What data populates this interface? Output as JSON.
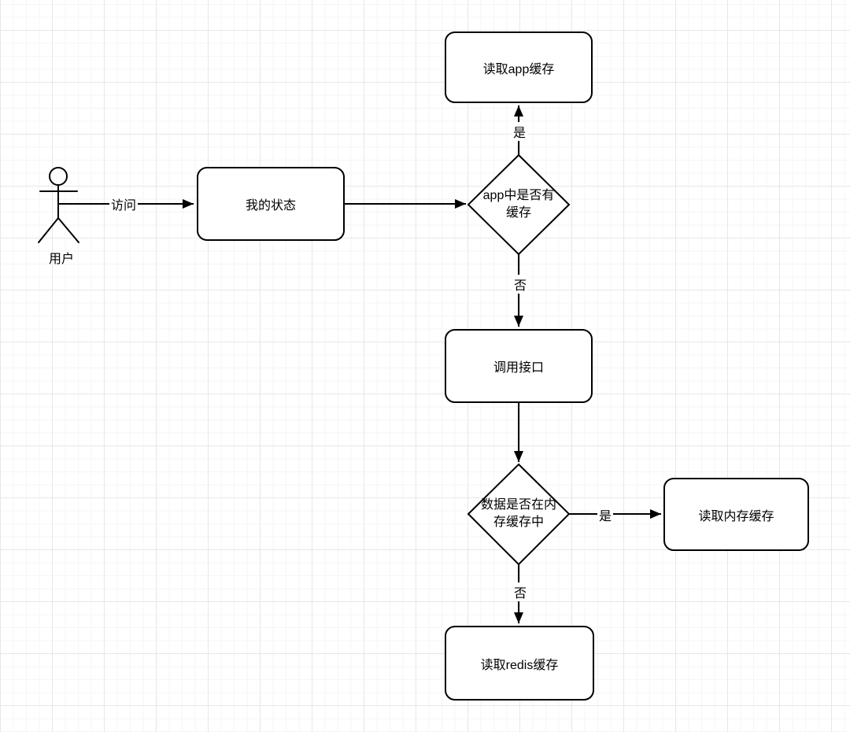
{
  "canvas": {
    "background": "#ffffff",
    "grid_minor_color": "#f5f5f5",
    "grid_major_color": "#e7e7e7",
    "stroke_color": "#000000",
    "shape_fill": "#ffffff"
  },
  "actor": {
    "label": "用户"
  },
  "nodes": {
    "my_status": {
      "label": "我的状态",
      "type": "process"
    },
    "read_app_cache": {
      "label": "读取app缓存",
      "type": "process"
    },
    "app_cache_decision": {
      "label": "app中是否有缓存",
      "type": "decision"
    },
    "call_api": {
      "label": "调用接口",
      "type": "process"
    },
    "memory_cache_decision": {
      "label": "数据是否在内存缓存中",
      "type": "decision"
    },
    "read_memory_cache": {
      "label": "读取内存缓存",
      "type": "process"
    },
    "read_redis_cache": {
      "label": "读取redis缓存",
      "type": "process"
    }
  },
  "edges": {
    "visit": {
      "label": "访问"
    },
    "app_cache_yes": {
      "label": "是"
    },
    "app_cache_no": {
      "label": "否"
    },
    "memory_cache_yes": {
      "label": "是"
    },
    "memory_cache_no": {
      "label": "否"
    }
  }
}
